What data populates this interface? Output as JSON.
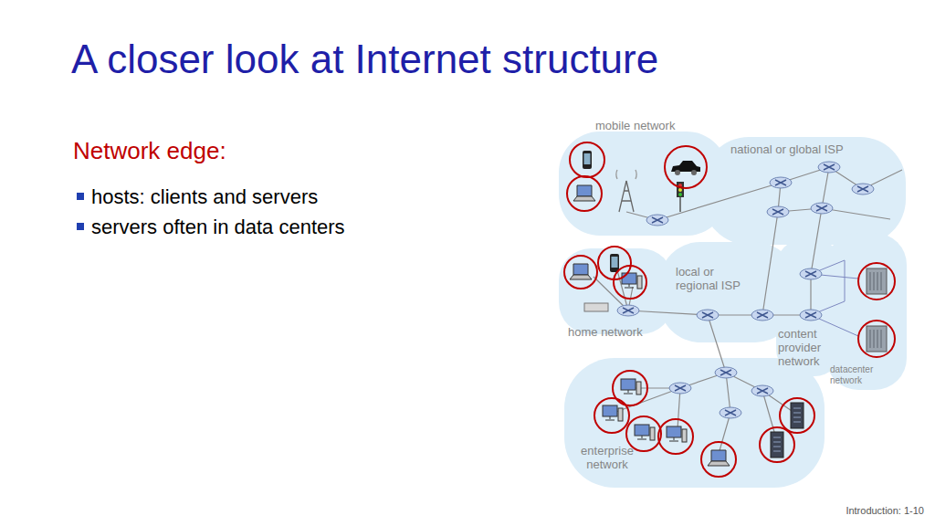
{
  "diagram": {
    "title": "A closer look at Internet structure",
    "nodes": [
      {
        "text": [
          "mobile network"
        ]
      },
      {
        "text": [
          "national or global ISP"
        ]
      },
      {
        "text": [
          "local or regional ISP"
        ]
      },
      {
        "text": [
          "home network"
        ]
      },
      {
        "text": [
          "content provider network"
        ]
      },
      {
        "text": [
          "datacenter network"
        ]
      },
      {
        "text": [
          "enterprise network"
        ]
      }
    ],
    "labels": [
      "Network edge:",
      "hosts: clients and servers",
      "servers often in data centers",
      "Introduction: 1-10"
    ]
  }
}
